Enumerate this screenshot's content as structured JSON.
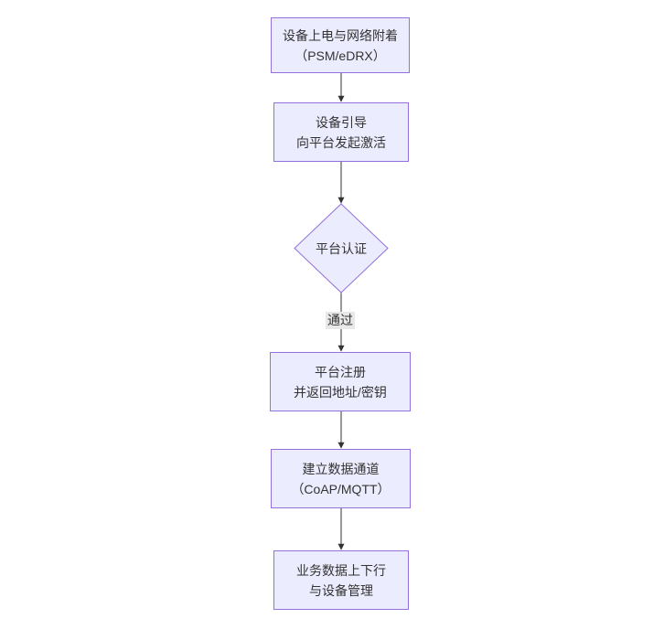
{
  "diagram": {
    "type": "flowchart-top-down",
    "background_color": "#ffffff",
    "node_fill_color": "#ececff",
    "node_border_color": "#9370db",
    "text_color": "#333333",
    "edge_color": "#333333",
    "edge_label_bg_color": "#e8e8e8",
    "nodes": [
      {
        "id": "power-attach",
        "shape": "rectangle",
        "lines": [
          "设备上电与网络附着",
          "（PSM/eDRX）"
        ]
      },
      {
        "id": "bootstrap",
        "shape": "rectangle",
        "lines": [
          "设备引导",
          "向平台发起激活"
        ]
      },
      {
        "id": "auth",
        "shape": "diamond",
        "lines": [
          "平台认证"
        ]
      },
      {
        "id": "register",
        "shape": "rectangle",
        "lines": [
          "平台注册",
          "并返回地址/密钥"
        ]
      },
      {
        "id": "data-channel",
        "shape": "rectangle",
        "lines": [
          "建立数据通道",
          "（CoAP/MQTT）"
        ]
      },
      {
        "id": "business",
        "shape": "rectangle",
        "lines": [
          "业务数据上下行",
          "与设备管理"
        ]
      }
    ],
    "edges": [
      {
        "from": "power-attach",
        "to": "bootstrap",
        "label": ""
      },
      {
        "from": "bootstrap",
        "to": "auth",
        "label": ""
      },
      {
        "from": "auth",
        "to": "register",
        "label": "通过"
      },
      {
        "from": "register",
        "to": "data-channel",
        "label": ""
      },
      {
        "from": "data-channel",
        "to": "business",
        "label": ""
      }
    ]
  }
}
